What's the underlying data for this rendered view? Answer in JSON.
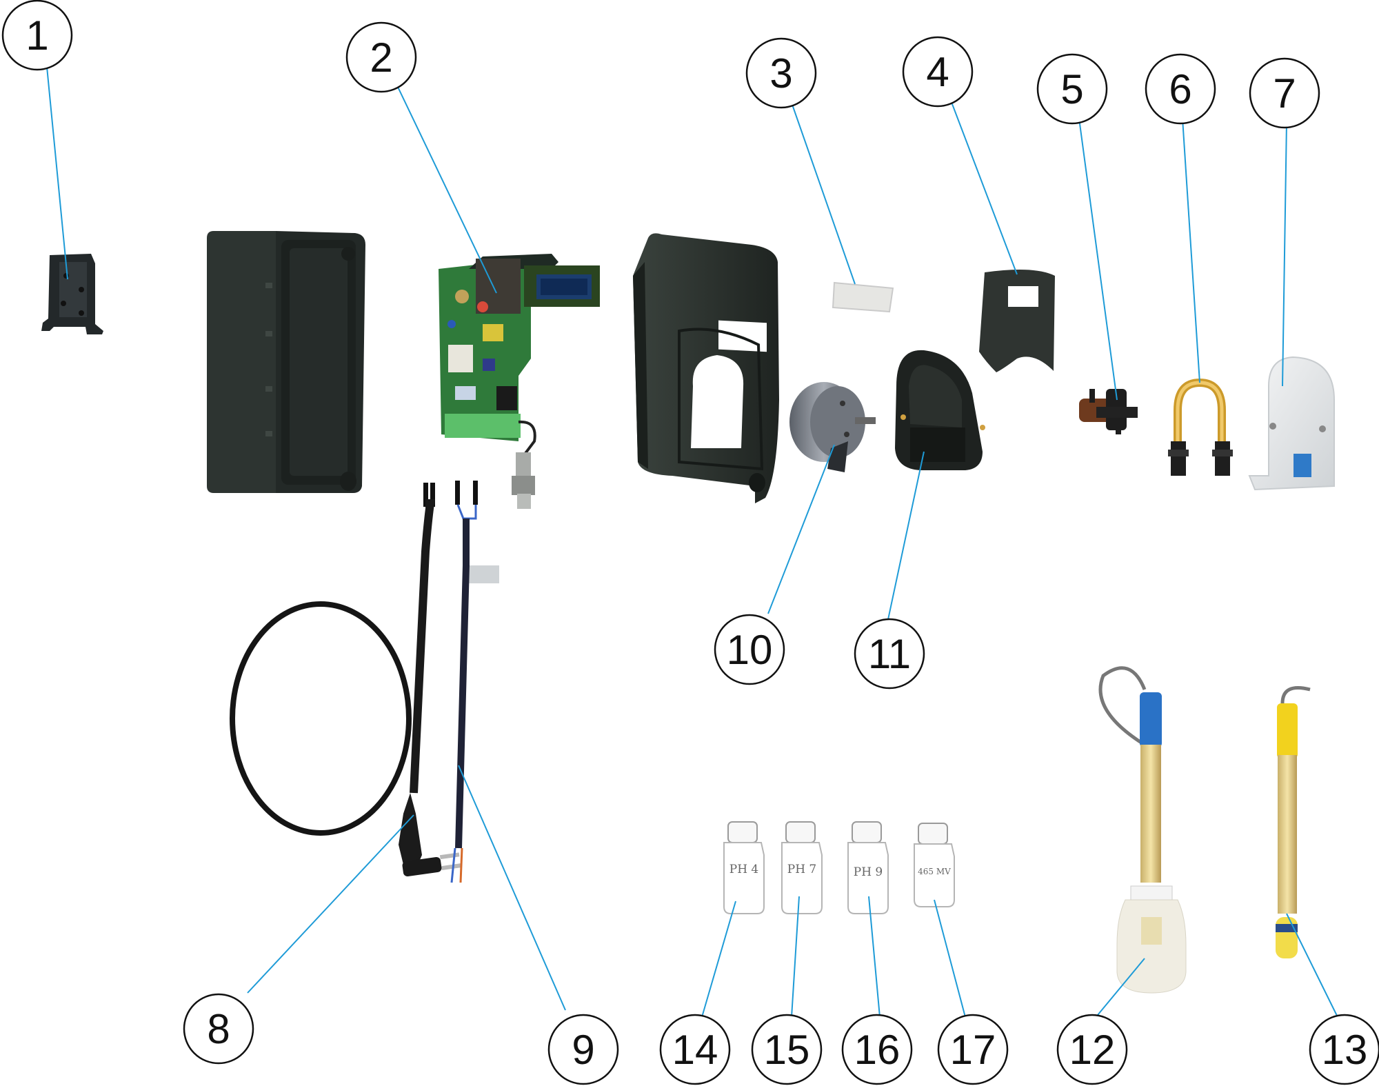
{
  "diagram": {
    "callouts": [
      {
        "id": "1",
        "label": "1"
      },
      {
        "id": "2",
        "label": "2"
      },
      {
        "id": "3",
        "label": "3"
      },
      {
        "id": "4",
        "label": "4"
      },
      {
        "id": "5",
        "label": "5"
      },
      {
        "id": "6",
        "label": "6"
      },
      {
        "id": "7",
        "label": "7"
      },
      {
        "id": "8",
        "label": "8"
      },
      {
        "id": "9",
        "label": "9"
      },
      {
        "id": "10",
        "label": "10"
      },
      {
        "id": "11",
        "label": "11"
      },
      {
        "id": "12",
        "label": "12"
      },
      {
        "id": "13",
        "label": "13"
      },
      {
        "id": "14",
        "label": "14"
      },
      {
        "id": "15",
        "label": "15"
      },
      {
        "id": "16",
        "label": "16"
      },
      {
        "id": "17",
        "label": "17"
      }
    ],
    "bottle_labels": [
      "PH 4",
      "PH 7",
      "PH 9",
      "465 MV"
    ],
    "colors": {
      "leader_line": "#1e9bd7",
      "housing": "#2f3632",
      "pcb": "#2f7a3a",
      "probe_ph": "#2a72c6",
      "probe_orp": "#f2d21e"
    }
  }
}
